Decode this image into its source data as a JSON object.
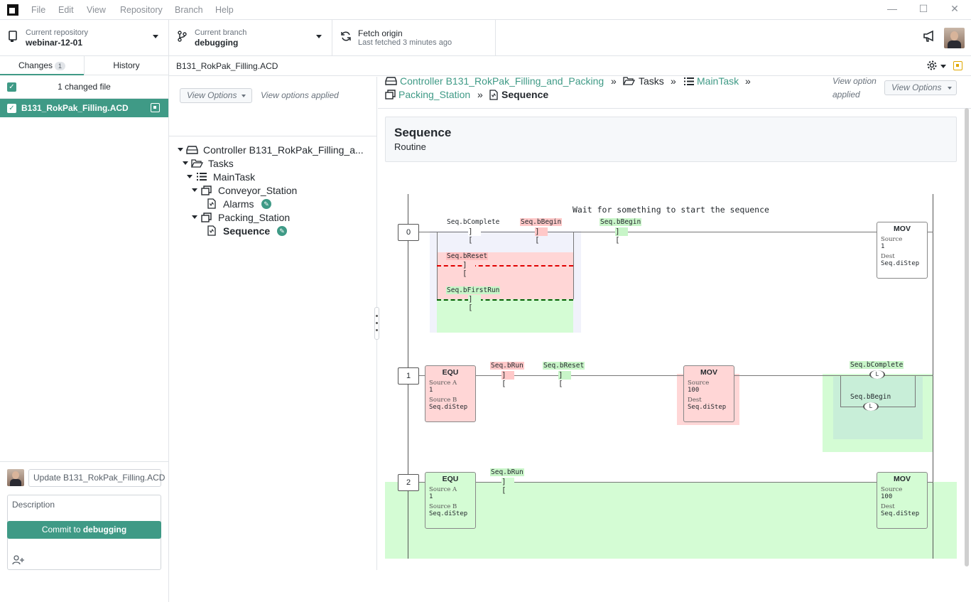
{
  "menu": [
    "File",
    "Edit",
    "View",
    "Repository",
    "Branch",
    "Help"
  ],
  "toolbar": {
    "repo_label": "Current repository",
    "repo_value": "webinar-12-01",
    "branch_label": "Current branch",
    "branch_value": "debugging",
    "fetch_label": "Fetch origin",
    "fetch_sub": "Last fetched 3 minutes ago"
  },
  "left": {
    "tab_changes": "Changes",
    "tab_changes_count": "1",
    "tab_history": "History",
    "changed_files": "1 changed file",
    "file_name": "B131_RokPak_Filling.ACD",
    "summary_placeholder": "Update B131_RokPak_Filling.ACD",
    "description_placeholder": "Description",
    "commit_prefix": "Commit to ",
    "commit_branch": "debugging"
  },
  "header": {
    "file_path": "B131_RokPak_Filling.ACD"
  },
  "middle": {
    "view_options": "View Options",
    "view_applied": "View options applied",
    "tree": {
      "controller": "Controller B131_RokPak_Filling_a...",
      "tasks": "Tasks",
      "maintask": "MainTask",
      "conveyor": "Conveyor_Station",
      "alarms": "Alarms",
      "packing": "Packing_Station",
      "sequence": "Sequence"
    }
  },
  "right": {
    "breadcrumb": {
      "controller": "Controller B131_RokPak_Filling_and_Packing",
      "tasks": "Tasks",
      "maintask": "MainTask",
      "packing": "Packing_Station",
      "sequence": "Sequence",
      "sep": "»"
    },
    "view_option_applied_1": "View option",
    "view_option_applied_2": "applied",
    "view_options": "View Options",
    "routine_title": "Sequence",
    "routine_type": "Routine",
    "rung0_comment": "Wait for something to start the sequence",
    "rungs": [
      "0",
      "1",
      "2"
    ],
    "tags": {
      "r0_c1": "Seq.bComplete",
      "r0_c2": "Seq.bBegin",
      "r0_c3": "Seq.bBegin",
      "r0_b1": "Seq.bReset",
      "r0_b2": "Seq.bFirstRun",
      "r1_c1": "Seq.bRun",
      "r1_c2": "Seq.bReset",
      "r1_coil1": "Seq.bComplete",
      "r1_coil2": "Seq.bBegin",
      "r2_c1": "Seq.bRun"
    },
    "coil_letter": "L",
    "boxes": {
      "mov0": {
        "title": "MOV",
        "k1": "Source",
        "v1": "1",
        "k2": "Dest",
        "v2": "Seq.diStep"
      },
      "equ1": {
        "title": "EQU",
        "k1": "Source A",
        "v1": "1",
        "k2": "Source B",
        "v2": "Seq.diStep"
      },
      "mov1": {
        "title": "MOV",
        "k1": "Source",
        "v1": "100",
        "k2": "Dest",
        "v2": "Seq.diStep"
      },
      "equ2": {
        "title": "EQU",
        "k1": "Source A",
        "v1": "1",
        "k2": "Source B",
        "v2": "Seq.diStep"
      },
      "mov2": {
        "title": "MOV",
        "k1": "Source",
        "v1": "100",
        "k2": "Dest",
        "v2": "Seq.diStep"
      }
    }
  },
  "colors": {
    "accent": "#3f9a86",
    "removed": "#ffd6d6",
    "added": "#d4fcd4"
  }
}
